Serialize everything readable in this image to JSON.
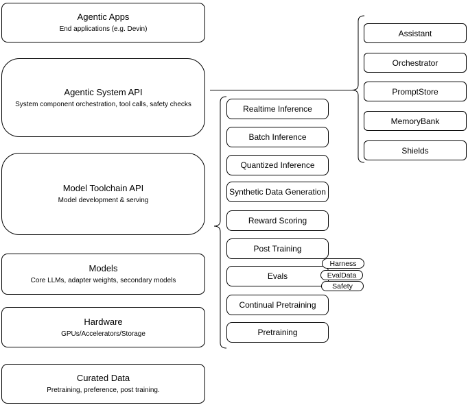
{
  "diagram": {
    "background": "#ffffff",
    "stroke_color": "#000000",
    "text_color": "#000000"
  },
  "stack": {
    "nodes": [
      {
        "title": "Agentic Apps",
        "subtitle": "End applications (e.g. Devin)"
      },
      {
        "title": "Agentic System API",
        "subtitle": "System component orchestration, tool calls, safety checks"
      },
      {
        "title": "Model Toolchain API",
        "subtitle": "Model development & serving"
      },
      {
        "title": "Models",
        "subtitle": "Core LLMs, adapter weights, secondary models"
      },
      {
        "title": "Hardware",
        "subtitle": "GPUs/Accelerators/Storage"
      },
      {
        "title": "Curated Data",
        "subtitle": "Pretraining, preference, post training."
      }
    ]
  },
  "toolchain_services": {
    "items": [
      "Realtime Inference",
      "Batch Inference",
      "Quantized Inference",
      "Synthetic Data Generation",
      "Reward Scoring",
      "Post Training",
      "Evals",
      "Continual Pretraining",
      "Pretraining"
    ]
  },
  "evals_tags": {
    "items": [
      "Harness",
      "EvalData",
      "Safety"
    ]
  },
  "system_components": {
    "items": [
      "Assistant",
      "Orchestrator",
      "PromptStore",
      "MemoryBank",
      "Shields"
    ]
  }
}
